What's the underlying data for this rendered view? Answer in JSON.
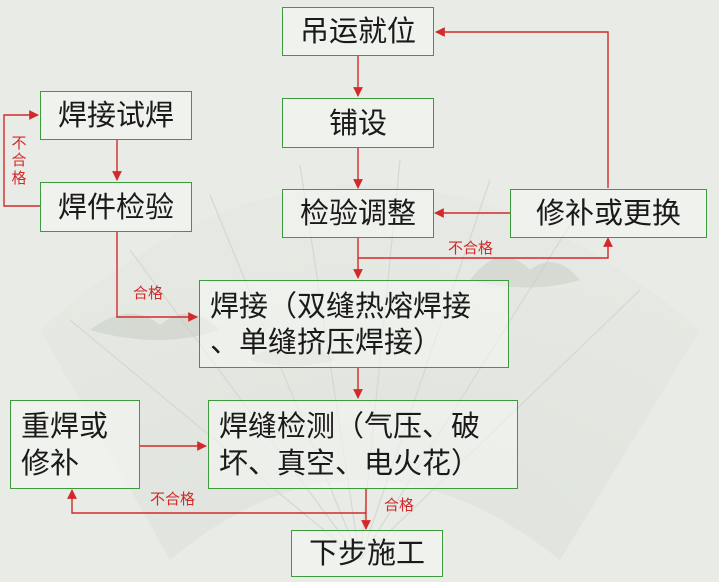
{
  "nodes": {
    "hoist": "吊运就位",
    "lay": "铺设",
    "inspect_adjust": "检验调整",
    "repair_replace": "修补或更换",
    "trial_weld": "焊接试焊",
    "part_inspect": "焊件检验",
    "weld": "焊接（双缝热熔焊接\n、单缝挤压焊接）",
    "seam_test": "焊缝检测（气压、破\n坏、真空、电火花）",
    "reweld": "重焊或\n修补",
    "next_step": "下步施工"
  },
  "edge_labels": {
    "fail_trial": "不合格",
    "pass_part": "合格",
    "fail_inspect": "不合格",
    "fail_seam": "不合格",
    "pass_seam": "合格"
  },
  "colors": {
    "node_border": "#3d9a3d",
    "arrow": "#d22a2a",
    "label": "#d22a2a"
  }
}
